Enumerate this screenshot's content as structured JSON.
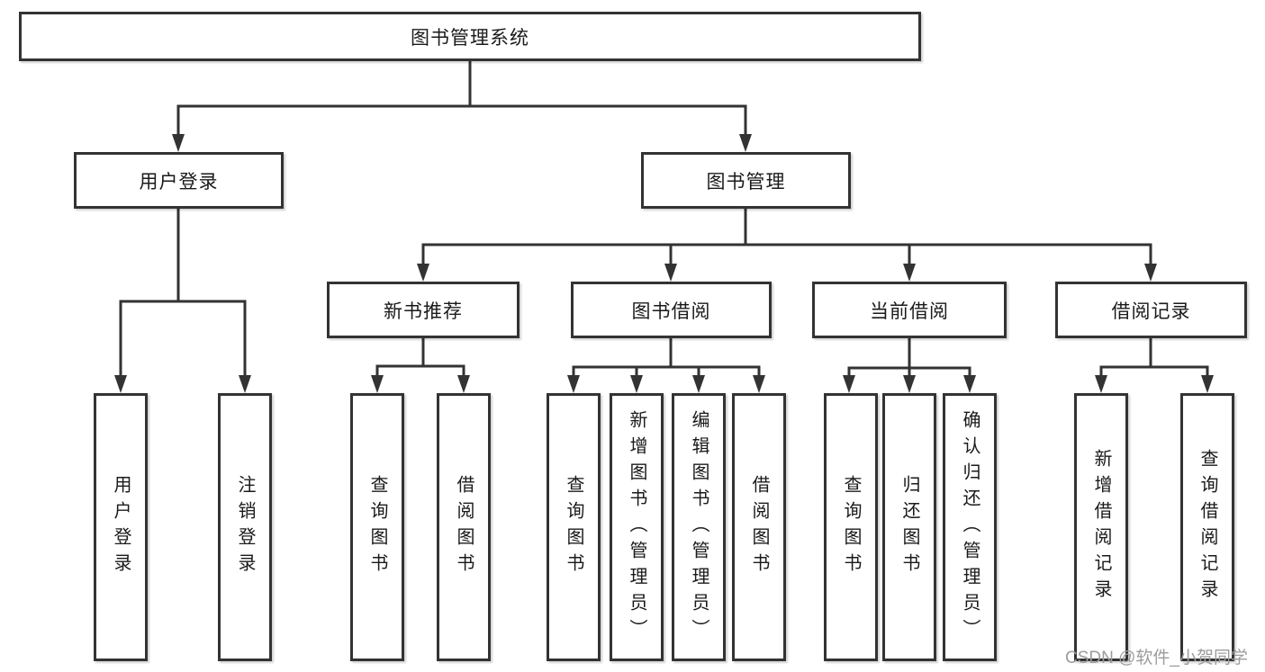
{
  "diagram": {
    "root": "图书管理系统",
    "level2": [
      "用户登录",
      "图书管理"
    ],
    "level3": [
      "新书推荐",
      "图书借阅",
      "当前借阅",
      "借阅记录"
    ],
    "leaves": [
      "用户登录",
      "注销登录",
      "查询图书",
      "借阅图书",
      "查询图书",
      "新增图书（管理员）",
      "编辑图书（管理员）",
      "借阅图书",
      "查询图书",
      "归还图书",
      "确认归还（管理员）",
      "新增借阅记录",
      "查询借阅记录"
    ],
    "watermark": "CSDN @软件_小贺同学"
  },
  "colors": {
    "line": "#333333",
    "box_border": "#333333",
    "text": "#1a1a1a",
    "watermark": "#9c9c9c",
    "background": "#ffffff"
  }
}
